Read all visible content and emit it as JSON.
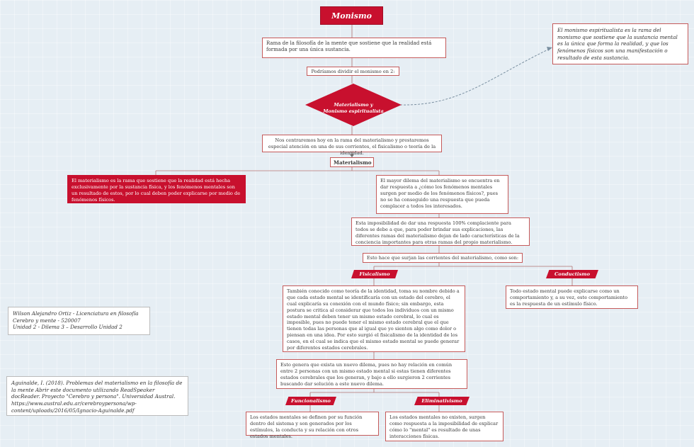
{
  "title": "Monismo",
  "definition": "Rama de la filosofía de la mente que sostiene que la realidad está formada por una única sustancia.",
  "division_intro": "Podríamos dividir el monismo en 2:",
  "diamond": {
    "line1": "Materialismo y",
    "line2": "Monismo espiritualista"
  },
  "spiritualism_note": "El monismo espiritualista es la rama del monismo que sostiene que la sustancia mental es la única que forma la realidad, y que los fenómenos físicos son una manifestación o resultado de esta sustancia.",
  "focus_text": "Nos centraremos hoy en la rama del materialismo y prestaremos especial atención en una de sus corrientes, el fisicalismo o teoría de la identidad.",
  "materialismo_label": "Materialismo",
  "materialismo_def": "El materialismo es la rama que sostiene que la realidad está hecha exclusivamente por la sustancia física, y los fenómenos mentales son un resultado de estos, por lo cual deben poder explicarse por medio de fenómenos físicos.",
  "dilema_text": "El mayor dilema del materialismo se encuentra en dar respuesta a ¿cómo los fenómenos mentales surgen por medio de los fenómenos físicos?, pues no se ha conseguido una respuesta que pueda complacer a todos los interesados.",
  "imposibilidad_text": "Esta imposibilidad de dar una respuesta 100% complaciente para todos se debe a que, para poder brindar sus explicaciones, las diferentes ramas del materialismo dejan de lado características de la conciencia importantes para otras ramas del propio materialismo.",
  "corrientes_text": "Esto hace que surjan las corrientes del materialismo, como son:",
  "fisicalismo_label": "Fisicalismo",
  "conductismo_label": "Conductismo",
  "fisicalismo_text": "También conocido como teoría de la identidad, toma su nombre debido a que cada estado mental se identificaría con un estado del cerebro, el cual explicaría su conexión con el mundo físico; sin embargo, esta postura se critica al considerar que todos los individuos con un mismo estado mental deben tener un mismo estado cerebral, lo cual es imposible, pues no puede tener el mismo estado cerebral que el que tienen todas las personas que al igual que yo sienten algo como dolor o piensan en una idea. Por esto surgió el fisicalismo de la identidad de los casos, en el cual se indica que el mismo estado mental se puede generar por diferentes estados cerebrales.",
  "conductismo_text": "Todo estado mental puede explicarse como un comportamiento y, a su vez, este comportamiento es la respuesta de un estímulo físico.",
  "nuevo_dilema_text": "Esto genera que exista un nuevo dilema, pues no hay relación en común entre 2 personas con un mismo estado mental si estas tienen diferentes estados cerebrales que los generan, y bajo a ello surgieron 2 corrientes buscando dar solución a este nuevo dilema.",
  "funcionalismo_label": "Funcionalismo",
  "eliminativismo_label": "Eliminativismo",
  "funcionalismo_text": "Los estados mentales se definen por su función dentro del sistema y son generados por los estímulos, la conducta y su relación con otros estados mentales.",
  "eliminativismo_text": "Los estados mentales no existen, surgen como respuesta a la imposibilidad de explicar cómo lo \"mental\" es resultado de unas interacciones físicas.",
  "author": {
    "line1": "Wilson Alejandro Ortiz - Licenciatura en filosofía",
    "line2": "Cerebro y mente - 520007",
    "line3": "Unidad 2 - Dilema 3 – Desarrollo Unidad 2"
  },
  "reference": "Aguinalde, I. (2018). Problemas del materialismo en la filosofía de la mente Abrir este documento utilizando ReadSpeaker docReader. Proyecto \"Cerebro y persona\". Universidad Austral. https://www.austral.edu.ar/cerebroypersona/wp-content/uploads/2016/05/Ignacio-Aguinalde.pdf",
  "colors": {
    "accent": "#c8102e",
    "border": "#c55a5a",
    "connector": "#a06060",
    "background": "#e6eef4"
  }
}
